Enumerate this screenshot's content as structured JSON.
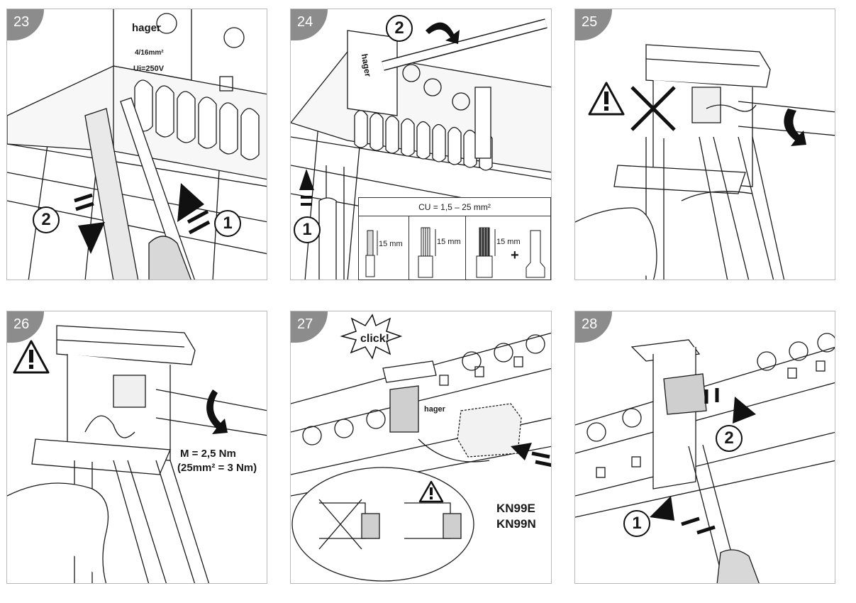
{
  "panels": [
    {
      "number": "23",
      "labels": {
        "brand": "hager",
        "rating1": "4/16mm²",
        "rating2": "Ui=250V",
        "step_left": "2",
        "step_right": "1"
      }
    },
    {
      "number": "24",
      "labels": {
        "brand": "hager",
        "step_top": "2",
        "step_left": "1",
        "spec_title": "CU = 1,5 – 25 mm²",
        "strip1": "15 mm",
        "strip2": "15 mm",
        "strip3": "15 mm",
        "plus": "+"
      }
    },
    {
      "number": "25"
    },
    {
      "number": "26",
      "labels": {
        "torque1": "M = 2,5 Nm",
        "torque2": "(25mm² = 3 Nm)"
      }
    },
    {
      "number": "27",
      "labels": {
        "click": "click!",
        "part1": "KN99E",
        "part2": "KN99N",
        "brand": "hager"
      }
    },
    {
      "number": "28",
      "labels": {
        "step_bottom": "1",
        "step_right": "2"
      }
    }
  ],
  "icons": [
    "warning-triangle-icon",
    "cross-mark-icon",
    "rotate-arrow-icon",
    "push-arrow-icon"
  ],
  "colors": {
    "badge": "#8c8c8c",
    "line": "#1a1a1a",
    "gray_fill": "#cfcfcf",
    "light_fill": "#f2f2f2"
  }
}
